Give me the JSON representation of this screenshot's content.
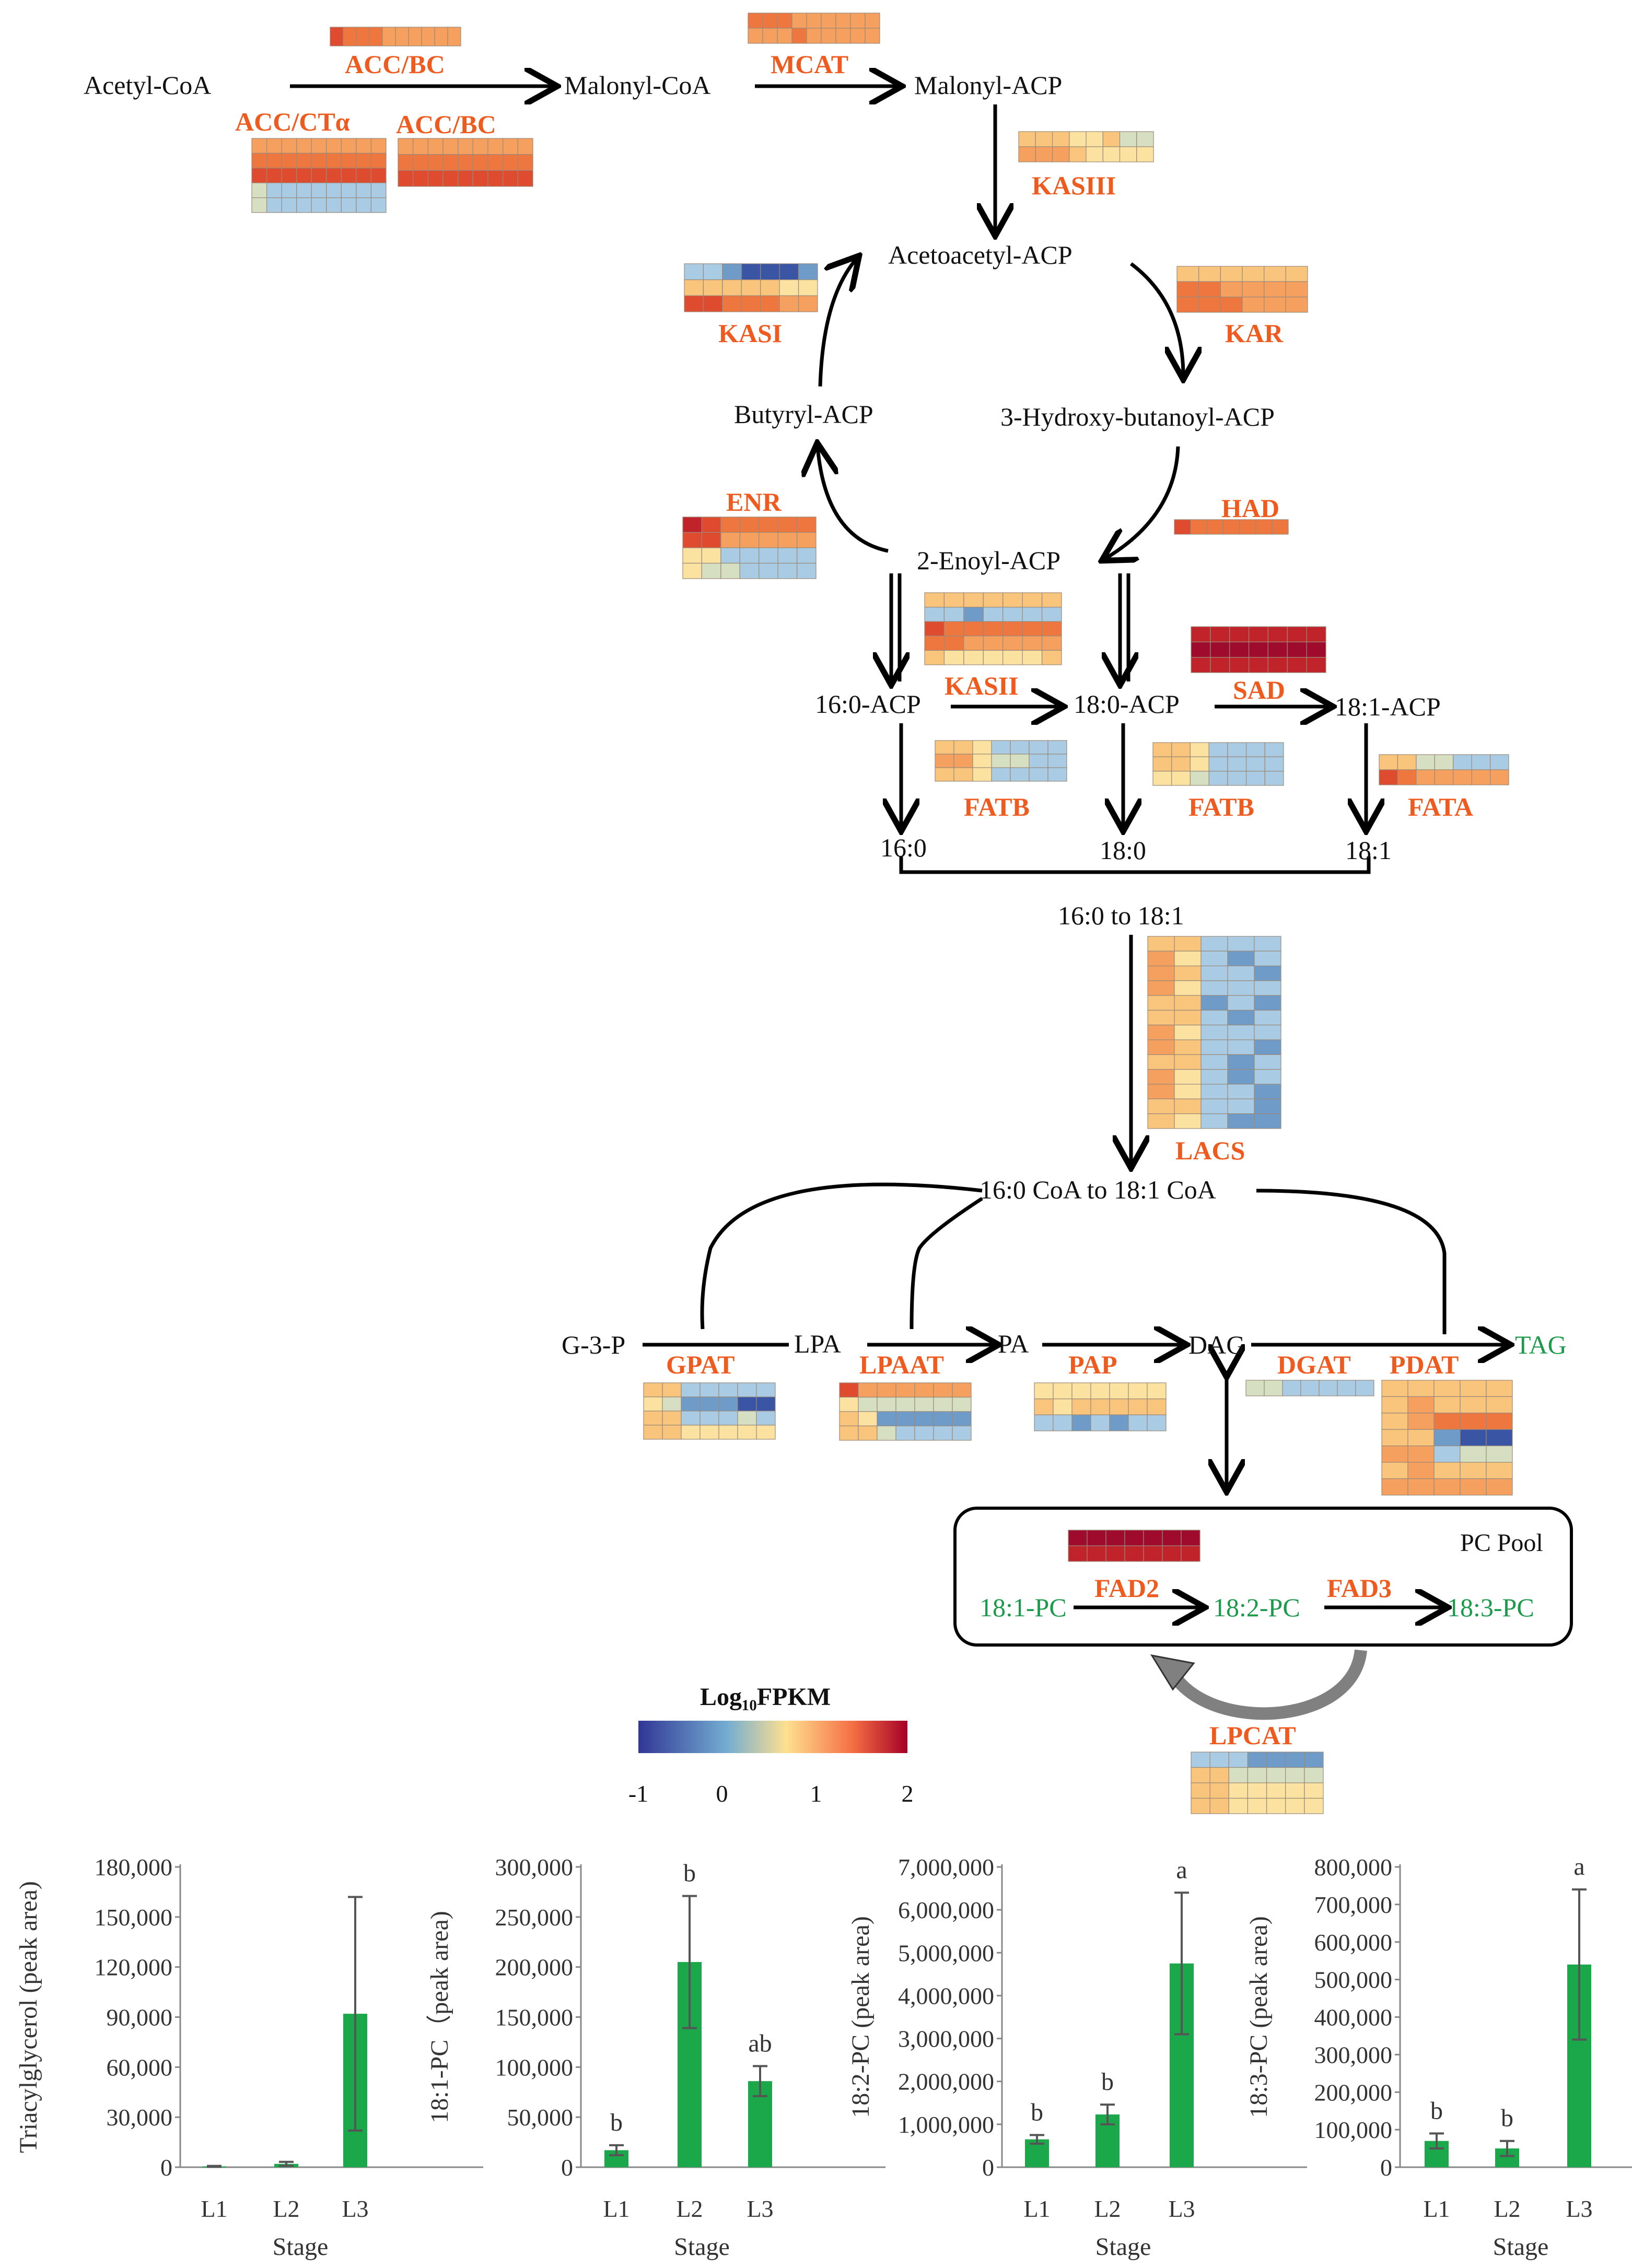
{
  "metabolites": {
    "acetyl_coa": "Acetyl-CoA",
    "malonyl_coa": "Malonyl-CoA",
    "malonyl_acp": "Malonyl-ACP",
    "acetoacetyl_acp": "Acetoacetyl-ACP",
    "butyryl_acp": "Butyryl-ACP",
    "hydroxy_butanoyl_acp": "3-Hydroxy-butanoyl-ACP",
    "enoyl_acp": "2-Enoyl-ACP",
    "c16_0_acp": "16:0-ACP",
    "c18_0_acp": "18:0-ACP",
    "c18_1_acp": "18:1-ACP",
    "c16_0": "16:0",
    "c18_0": "18:0",
    "c18_1": "18:1",
    "c16_to_18": "16:0 to 18:1",
    "coa_range": "16:0 CoA to 18:1 CoA",
    "g3p": "G-3-P",
    "lpa": "LPA",
    "pa": "PA",
    "dag": "DAG",
    "tag": "TAG",
    "pc_181": "18:1-PC",
    "pc_182": "18:2-PC",
    "pc_183": "18:3-PC",
    "pc_pool": "PC Pool"
  },
  "enzymes": {
    "acc_bc_top": "ACC/BC",
    "mcat": "MCAT",
    "acc_cta": "ACC/CTα",
    "acc_bc_2": "ACC/BC",
    "kasiii": "KASIII",
    "kasi": "KASI",
    "kar": "KAR",
    "enr": "ENR",
    "had": "HAD",
    "kasii": "KASII",
    "sad": "SAD",
    "fatb_1": "FATB",
    "fatb_2": "FATB",
    "fata": "FATA",
    "lacs": "LACS",
    "gpat": "GPAT",
    "lpaat": "LPAAT",
    "pap": "PAP",
    "dgat": "DGAT",
    "pdat": "PDAT",
    "fad2": "FAD2",
    "fad3": "FAD3",
    "lpcat": "LPCAT"
  },
  "legend": {
    "title": "Log₁₀FPKM",
    "ticks": [
      "-1",
      "0",
      "1",
      "2"
    ],
    "colors": [
      "#313695",
      "#74add1",
      "#fee090",
      "#f46d43",
      "#a50026"
    ]
  },
  "colors": {
    "enzyme_text": "#ef5a1e",
    "green_metabolite": "#1a9a4a",
    "bar_fill": "#1ba84a"
  },
  "charts": {
    "x_title": "Stage",
    "panels": [
      {
        "ylabel": "Triacylglycerol (peak area)",
        "yticks": [
          "0",
          "30,000",
          "60,000",
          "90,000",
          "120,000",
          "150,000",
          "180,000"
        ],
        "sig": [
          "",
          "",
          ""
        ]
      },
      {
        "ylabel": "18:1-PC（peak area)",
        "yticks": [
          "0",
          "50,000",
          "100,000",
          "150,000",
          "200,000",
          "250,000",
          "300,000"
        ],
        "sig": [
          "b",
          "b",
          "ab"
        ]
      },
      {
        "ylabel": "18:2-PC (peak area)",
        "yticks": [
          "0",
          "1,000,000",
          "2,000,000",
          "3,000,000",
          "4,000,000",
          "5,000,000",
          "6,000,000",
          "7,000,000"
        ],
        "sig": [
          "b",
          "b",
          "a"
        ]
      },
      {
        "ylabel": "18:3-PC (peak area)",
        "yticks": [
          "0",
          "100,000",
          "200,000",
          "300,000",
          "400,000",
          "500,000",
          "600,000",
          "700,000",
          "800,000"
        ],
        "sig": [
          "b",
          "b",
          "a"
        ]
      }
    ]
  },
  "chart_data": [
    {
      "type": "bar",
      "categories": [
        "L1",
        "L2",
        "L3"
      ],
      "values": [
        500,
        2000,
        92000
      ],
      "errors": [
        300,
        1200,
        70000
      ],
      "ylim": [
        0,
        180000
      ],
      "ylabel": "Triacylglycerol (peak area)",
      "xlabel": "Stage"
    },
    {
      "type": "bar",
      "categories": [
        "L1",
        "L2",
        "L3"
      ],
      "values": [
        17000,
        205000,
        86000
      ],
      "errors": [
        5000,
        66000,
        15000
      ],
      "ylim": [
        0,
        300000
      ],
      "ylabel": "18:1-PC（peak area)",
      "xlabel": "Stage",
      "significance": [
        "b",
        "b",
        "ab"
      ]
    },
    {
      "type": "bar",
      "categories": [
        "L1",
        "L2",
        "L3"
      ],
      "values": [
        650000,
        1230000,
        4750000
      ],
      "errors": [
        100000,
        230000,
        1650000
      ],
      "ylim": [
        0,
        7000000
      ],
      "ylabel": "18:2-PC (peak area)",
      "xlabel": "Stage",
      "significance": [
        "b",
        "b",
        "a"
      ]
    },
    {
      "type": "bar",
      "categories": [
        "L1",
        "L2",
        "L3"
      ],
      "values": [
        70000,
        50000,
        540000
      ],
      "errors": [
        20000,
        20000,
        200000
      ],
      "ylim": [
        0,
        800000
      ],
      "ylabel": "18:3-PC (peak area)",
      "xlabel": "Stage",
      "significance": [
        "b",
        "b",
        "a"
      ]
    }
  ]
}
